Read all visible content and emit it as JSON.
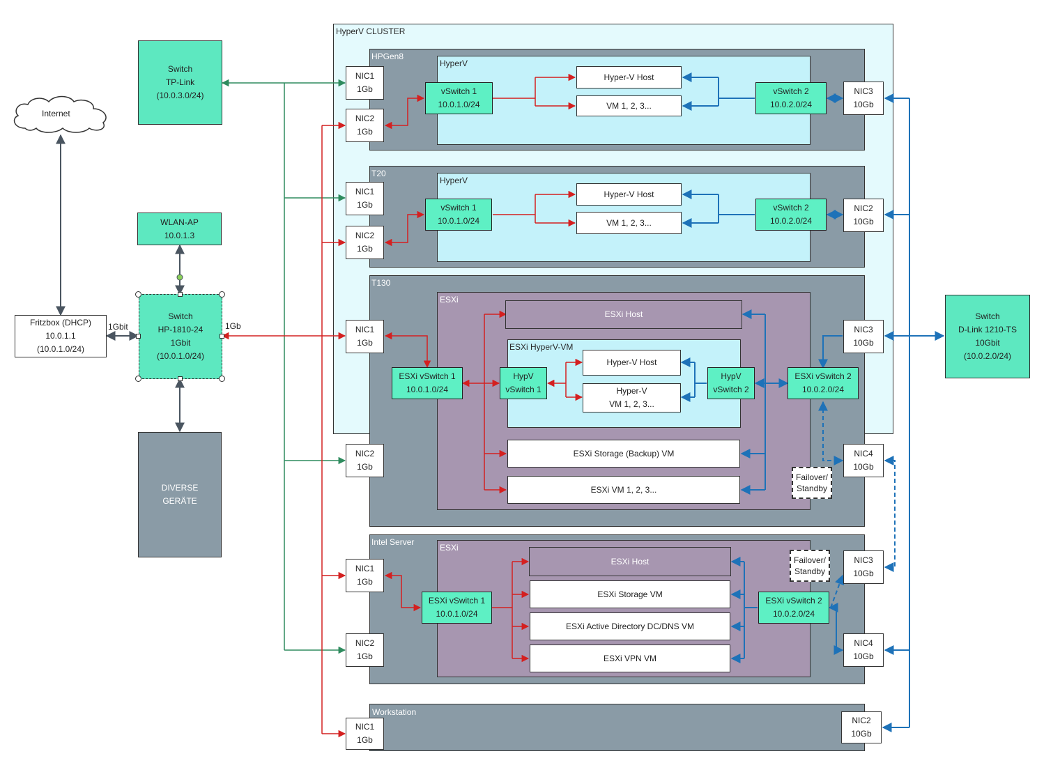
{
  "colors": {
    "green_link": "#2e8b5e",
    "red_link": "#d42020",
    "blue_link": "#1e72b8",
    "dark_link": "#4a5560",
    "switch_fill": "#5de8c0",
    "host_fill": "#8a9ba6",
    "hyperv_fill": "#c4f2fa",
    "esxi_fill": "#a796b0"
  },
  "internet": {
    "label": "Internet",
    "icon": "cloud-icon"
  },
  "fritzbox": {
    "line1": "Fritzbox (DHCP)",
    "line2": "10.0.1.1",
    "line3": "(10.0.1.0/24)"
  },
  "switch_tplink": {
    "line1": "Switch",
    "line2": "TP-Link",
    "line3": "(10.0.3.0/24)"
  },
  "wlan_ap": {
    "line1": "WLAN-AP",
    "line2": "10.0.1.3"
  },
  "switch_hp": {
    "line1": "Switch",
    "line2": "HP-1810-24",
    "line3": "1Gbit",
    "line4": "(10.0.1.0/24)"
  },
  "diverse": {
    "line1": "DIVERSE",
    "line2": "GERÄTE"
  },
  "switch_dlink": {
    "line1": "Switch",
    "line2": "D-Link 1210-TS",
    "line3": "10Gbit",
    "line4": "(10.0.2.0/24)"
  },
  "link_labels": {
    "fritz_hp": "1Gbit",
    "hp_t130": "1Gb"
  },
  "cluster": {
    "title": "HyperV CLUSTER"
  },
  "hpgen8": {
    "title": "HPGen8",
    "nic1": {
      "name": "NIC1",
      "speed": "1Gb"
    },
    "nic2": {
      "name": "NIC2",
      "speed": "1Gb"
    },
    "nic3": {
      "name": "NIC3",
      "speed": "10Gb"
    },
    "hyperv": {
      "title": "HyperV",
      "vs1": {
        "name": "vSwitch 1",
        "net": "10.0.1.0/24"
      },
      "vs2": {
        "name": "vSwitch 2",
        "net": "10.0.2.0/24"
      },
      "host": "Hyper-V Host",
      "vms": "VM 1, 2, 3..."
    }
  },
  "t20": {
    "title": "T20",
    "nic1": {
      "name": "NIC1",
      "speed": "1Gb"
    },
    "nic2": {
      "name": "NIC2",
      "speed": "1Gb"
    },
    "nic10": {
      "name": "NIC2",
      "speed": "10Gb"
    },
    "hyperv": {
      "title": "HyperV",
      "vs1": {
        "name": "vSwitch 1",
        "net": "10.0.1.0/24"
      },
      "vs2": {
        "name": "vSwitch 2",
        "net": "10.0.2.0/24"
      },
      "host": "Hyper-V Host",
      "vms": "VM 1, 2, 3..."
    }
  },
  "t130": {
    "title": "T130",
    "nic1": {
      "name": "NIC1",
      "speed": "1Gb"
    },
    "nic2": {
      "name": "NIC2",
      "speed": "1Gb"
    },
    "nic3": {
      "name": "NIC3",
      "speed": "10Gb"
    },
    "nic4": {
      "name": "NIC4",
      "speed": "10Gb"
    },
    "esxi": {
      "title": "ESXi",
      "host": "ESXi Host",
      "vs1": {
        "name": "ESXi vSwitch 1",
        "net": "10.0.1.0/24"
      },
      "vs2": {
        "name": "ESXi vSwitch 2",
        "net": "10.0.2.0/24"
      },
      "hvvm": {
        "title": "ESXi HyperV-VM",
        "hvs1": {
          "line1": "HypV",
          "line2": "vSwitch 1"
        },
        "hvs2": {
          "line1": "HypV",
          "line2": "vSwitch 2"
        },
        "host": "Hyper-V Host",
        "vms_line1": "Hyper-V",
        "vms_line2": "VM 1, 2, 3..."
      },
      "storage": "ESXi Storage (Backup) VM",
      "vms": "ESXi VM 1, 2, 3..."
    },
    "failover": {
      "line1": "Failover/",
      "line2": "Standby"
    }
  },
  "intel": {
    "title": "Intel Server",
    "nic1": {
      "name": "NIC1",
      "speed": "1Gb"
    },
    "nic2": {
      "name": "NIC2",
      "speed": "1Gb"
    },
    "nic3": {
      "name": "NIC3",
      "speed": "10Gb"
    },
    "nic4": {
      "name": "NIC4",
      "speed": "10Gb"
    },
    "esxi": {
      "title": "ESXi",
      "host": "ESXi Host",
      "storage": "ESXi Storage VM",
      "ad": "ESXi Active Directory DC/DNS VM",
      "vpn": "ESXi VPN VM",
      "vs1": {
        "name": "ESXi vSwitch 1",
        "net": "10.0.1.0/24"
      },
      "vs2": {
        "name": "ESXi vSwitch 2",
        "net": "10.0.2.0/24"
      }
    },
    "failover": {
      "line1": "Failover/",
      "line2": "Standby"
    }
  },
  "workstation": {
    "title": "Workstation",
    "nic1": {
      "name": "NIC1",
      "speed": "1Gb"
    },
    "nic2": {
      "name": "NIC2",
      "speed": "10Gb"
    }
  }
}
